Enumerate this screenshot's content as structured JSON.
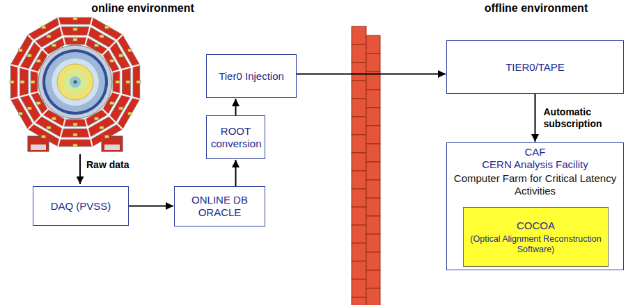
{
  "diagram": {
    "nodes": [
      {
        "text": [
          "DAQ (PVSS)"
        ]
      },
      {
        "text": [
          "ONLINE DB ORACLE"
        ]
      },
      {
        "text": [
          "ROOT conversion"
        ]
      },
      {
        "text": [
          "Tier0 Injection"
        ]
      },
      {
        "text": [
          "TIER0/TAPE"
        ]
      },
      {
        "text": [
          "CAF",
          "CERN Analysis Facility",
          "Computer Farm for Critical Latency Activities"
        ]
      },
      {
        "text": [
          "COCOA",
          "(Optical Alignment Reconstruction Software)"
        ],
        "in": 5
      }
    ],
    "edges": [
      {
        "from": 0,
        "to": 1,
        "arrow": "to"
      },
      {
        "from": 1,
        "to": 2,
        "arrow": "to"
      },
      {
        "from": 2,
        "to": 3,
        "arrow": "to"
      },
      {
        "from": 3,
        "to": 4,
        "arrow": "to"
      },
      {
        "from": 4,
        "to": 5,
        "arrow": "to",
        "label": "Automatic subscription"
      }
    ],
    "labels": [
      "online environment",
      "offline environment",
      "Raw data"
    ]
  }
}
